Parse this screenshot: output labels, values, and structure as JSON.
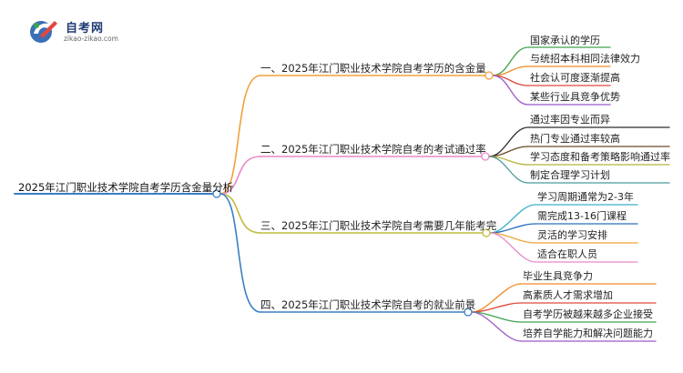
{
  "logo": {
    "title": "自考网",
    "subtitle": "zikao-zikao.com"
  },
  "mindmap": {
    "root": "2025年江门职业技术学院自考学历含金量分析",
    "branches": [
      {
        "label": "一、2025年江门职业技术学院自考学历的含金量",
        "color": "#f0a23c",
        "children": [
          "国家承认的学历",
          "与统招本科相同法律效力",
          "社会认可度逐渐提高",
          "某些行业具竞争优势"
        ],
        "child_colors": [
          "#3fa34d",
          "#f08a24",
          "#e0483e",
          "#9b59c9"
        ]
      },
      {
        "label": "二、2025年江门职业技术学院自考的考试通过率",
        "color": "#e889c8",
        "children": [
          "通过率因专业而异",
          "热门专业通过率较高",
          "学习态度和备考策略影响通过率",
          "制定合理学习计划"
        ],
        "child_colors": [
          "#2c2c2c",
          "#6b4b2a",
          "#b6b23a",
          "#4a9a9a"
        ]
      },
      {
        "label": "三、2025年江门职业技术学院自考需要几年能考完",
        "color": "#c2bb3c",
        "children": [
          "学习周期通常为2-3年",
          "需完成13-16门课程",
          "灵活的学习安排",
          "适合在职人员"
        ],
        "child_colors": [
          "#3bb0c9",
          "#2a6fbf",
          "#f0a23c",
          "#e889c8"
        ]
      },
      {
        "label": "四、2025年江门职业技术学院自考的就业前景",
        "color": "#3a7fc4",
        "children": [
          "毕业生具竞争力",
          "高素质人才需求增加",
          "自考学历被越来越多企业接受",
          "培养自学能力和解决问题能力"
        ],
        "child_colors": [
          "#f08a24",
          "#e0483e",
          "#3fa34d",
          "#9b59c9"
        ]
      }
    ]
  }
}
